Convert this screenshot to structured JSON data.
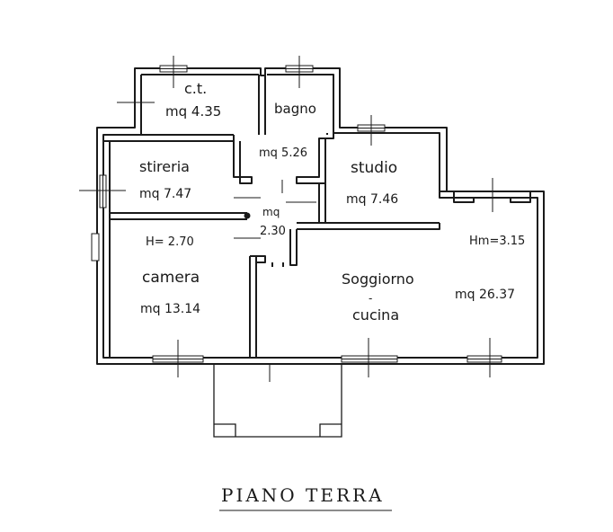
{
  "plan": {
    "title": "PIANO TERRA",
    "rooms": [
      {
        "id": "ct",
        "name": "c.t.",
        "area": "mq  4.35"
      },
      {
        "id": "bagno",
        "name": "bagno",
        "area": "mq 5.26"
      },
      {
        "id": "studio",
        "name": "studio",
        "area": "mq  7.46"
      },
      {
        "id": "stireria",
        "name": "stireria",
        "area": "mq  7.47"
      },
      {
        "id": "disimpegno",
        "name": "mq",
        "area": "2.30"
      },
      {
        "id": "camera",
        "name": "camera",
        "area": "mq  13.14",
        "height": "H= 2.70"
      },
      {
        "id": "soggiorno",
        "name": "Soggiorno",
        "name2": "cucina",
        "area": "mq  26.37",
        "height": "Hm=3.15"
      }
    ]
  }
}
